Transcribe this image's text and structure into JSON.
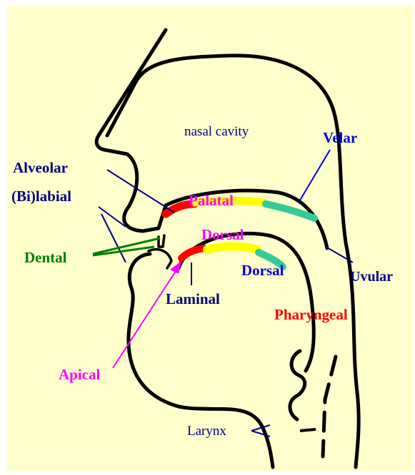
{
  "colors": {
    "background": "#ffffcc",
    "outline": "#000000",
    "navy": "#000080",
    "blue": "#0000dd",
    "magenta": "#ff00ff",
    "green": "#008000",
    "red": "#ff0000",
    "yellow": "#ffff00",
    "teal": "#33cc99"
  },
  "labels": {
    "nasal_cavity": "nasal cavity",
    "velar": "Velar",
    "alveolar": "Alveolar",
    "bilabial": "(Bi)labial",
    "palatal": "Palatal",
    "dorsal_upper": "Dorsal",
    "dorsal_lower": "Dorsal",
    "dental": "Dental",
    "uvular": "Uvular",
    "laminal": "Laminal",
    "pharyngeal": "Pharyngeal",
    "apical": "Apical",
    "larynx": "Larynx"
  }
}
